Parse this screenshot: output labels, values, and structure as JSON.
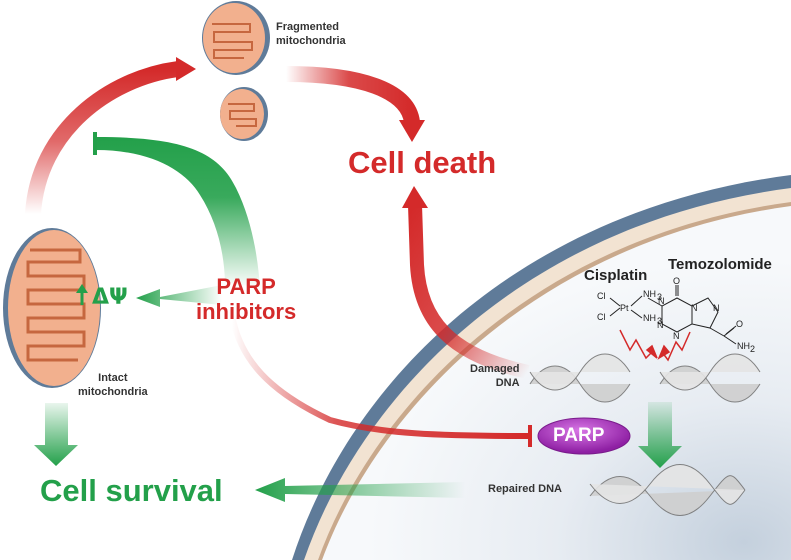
{
  "labels": {
    "fragmented": "Fragmented\nmitochondria",
    "intact": "Intact\nmitochondria",
    "cell_death": "Cell death",
    "cell_survival": "Cell survival",
    "parp_inhibitors": "PARP\ninhibitors",
    "delta_psi": "ΔΨ",
    "cisplatin": "Cisplatin",
    "temozolomide": "Temozolomide",
    "damaged_dna": "Damaged\nDNA",
    "repaired_dna": "Repaired DNA",
    "parp": "PARP"
  },
  "chem_text": {
    "cl1": "Cl",
    "cl2": "Cl",
    "pt": "Pt",
    "nh3_1": "NH",
    "nh3_2": "NH",
    "sub3": "3",
    "o": "O",
    "n1": "N",
    "n2": "N",
    "n3": "N",
    "n4": "N",
    "n5": "N",
    "nh2": "NH",
    "sub2": "2",
    "o2": "O"
  },
  "colors": {
    "red": "#d42a2a",
    "green": "#23a04a",
    "parp_purple": "#a22bb5",
    "mito_fill": "#f2b08e",
    "nucleus_blue": "#5f7b99"
  }
}
